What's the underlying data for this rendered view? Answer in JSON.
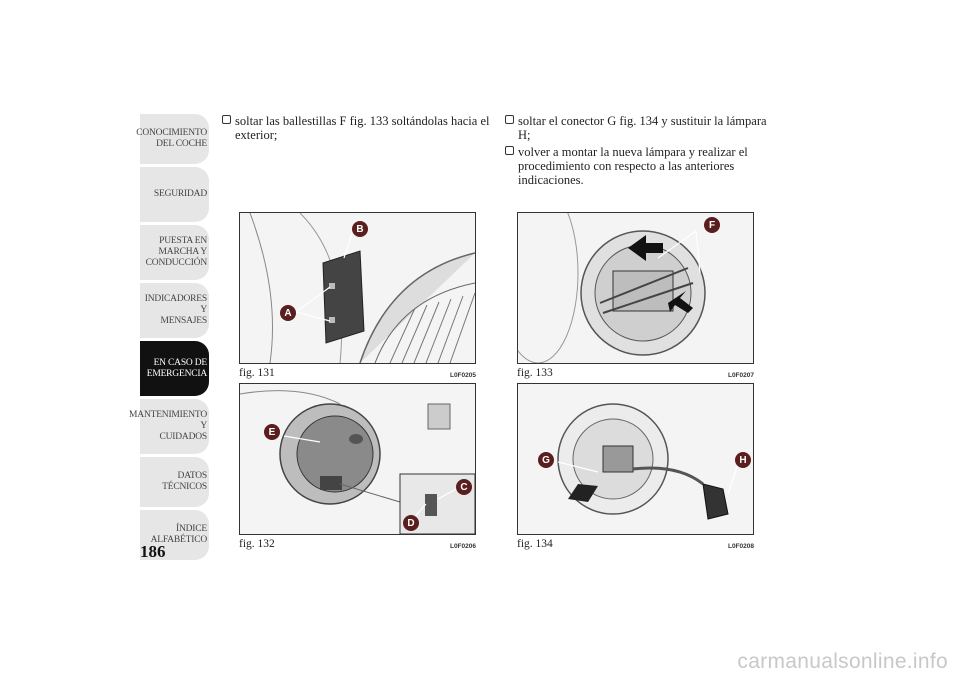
{
  "sidebar": {
    "items": [
      {
        "label": "CONOCIMIENTO\nDEL COCHE",
        "active": false
      },
      {
        "label": "SEGURIDAD",
        "active": false
      },
      {
        "label": "PUESTA EN\nMARCHA Y\nCONDUCCIÓN",
        "active": false
      },
      {
        "label": "INDICADORES Y\nMENSAJES",
        "active": false
      },
      {
        "label": "EN CASO DE\nEMERGENCIA",
        "active": true
      },
      {
        "label": "MANTENIMIENTO Y\nCUIDADOS",
        "active": false
      },
      {
        "label": "DATOS TÉCNICOS",
        "active": false
      },
      {
        "label": "ÍNDICE\nALFABÉTICO",
        "active": false
      }
    ]
  },
  "page_number": "186",
  "column1": {
    "items": [
      "soltar las ballestillas F fig. 133 soltándolas hacia el exterior;"
    ]
  },
  "column2": {
    "items": [
      "soltar el conector G fig. 134 y sustituir la lámpara H;",
      "volver a montar la nueva lámpara y realizar el procedimiento con respecto a las anteriores indicaciones."
    ]
  },
  "figures": [
    {
      "caption": "fig. 131",
      "code": "L0F0205",
      "callouts": [
        "B",
        "A"
      ]
    },
    {
      "caption": "fig. 133",
      "code": "L0F0207",
      "callouts": [
        "F"
      ]
    },
    {
      "caption": "fig. 132",
      "code": "L0F0206",
      "callouts": [
        "E",
        "C",
        "D"
      ]
    },
    {
      "caption": "fig. 134",
      "code": "L0F0208",
      "callouts": [
        "G",
        "H"
      ]
    }
  ],
  "watermark": "carmanualsonline.info",
  "colors": {
    "callout": "#5a1e1e",
    "active_tab": "#111111",
    "tab": "#e6e6e6"
  }
}
